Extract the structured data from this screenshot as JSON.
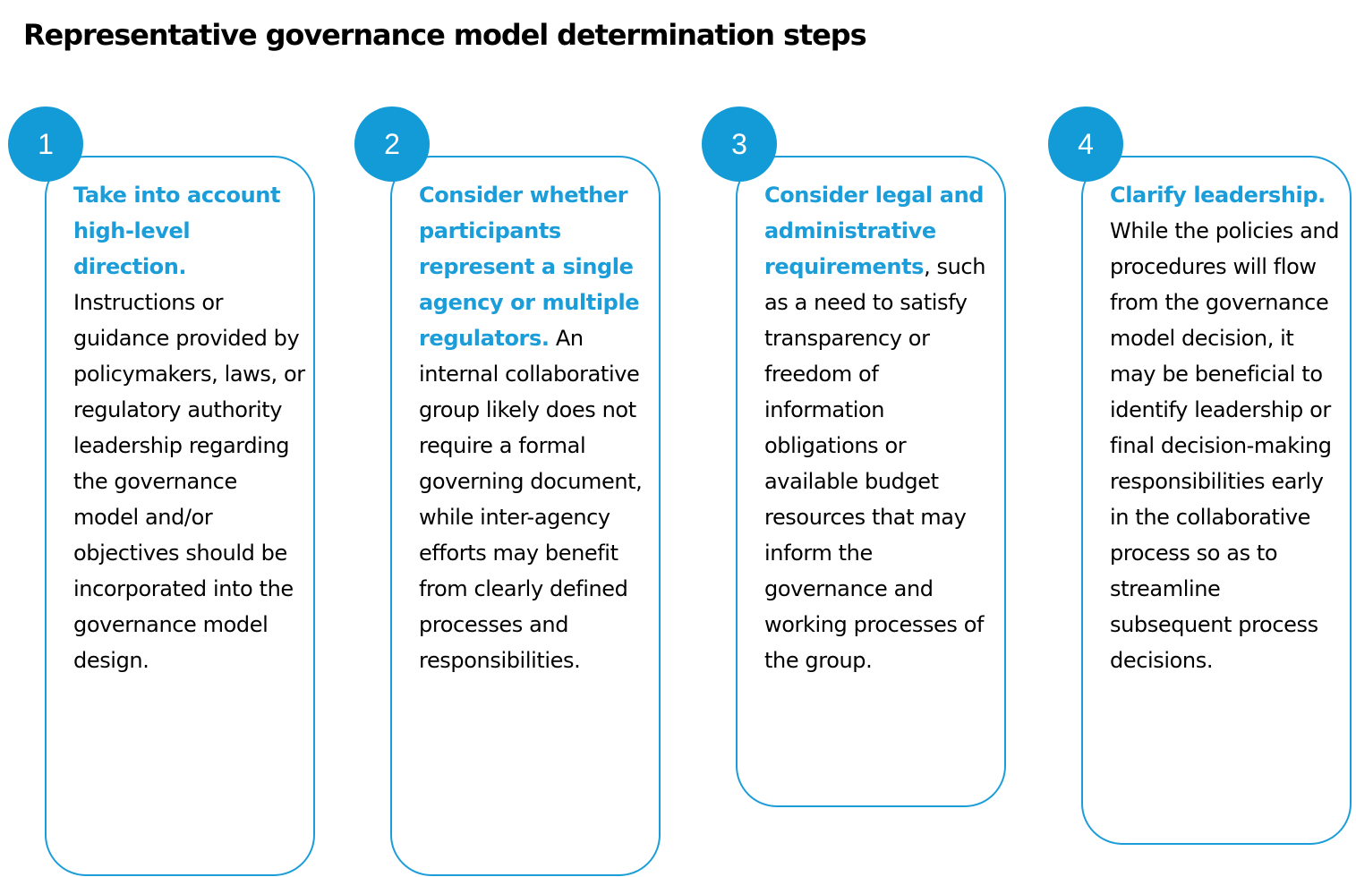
{
  "title": "Representative governance model determination steps",
  "colors": {
    "accent": "#1a9dd9",
    "badge": "#129bd6",
    "text": "#000000"
  },
  "steps": [
    {
      "number": "1",
      "lead": "Take into account high-level direction.",
      "body": " Instructions or guidance provided by policymakers, laws, or regulatory authority leadership regarding the governance model and/or objectives should be incorporated into the governance model design."
    },
    {
      "number": "2",
      "lead": "Consider whether participants represent a single agency or multiple regulators.",
      "body": " An internal collaborative group likely does not require a formal governing document, while inter-agency efforts may benefit from clearly defined processes and responsibilities."
    },
    {
      "number": "3",
      "lead": "Consider legal and administrative requirements",
      "body": ", such as a need to satisfy transparency or freedom of information obligations or available budget resources that may inform the governance and working processes of the group."
    },
    {
      "number": "4",
      "lead": "Clarify leadership.",
      "body": " While the policies and procedures will flow from the governance model decision, it may be beneficial to identify leadership or final decision-making responsibilities early in the collaborative process so as to streamline subsequent process decisions."
    }
  ]
}
